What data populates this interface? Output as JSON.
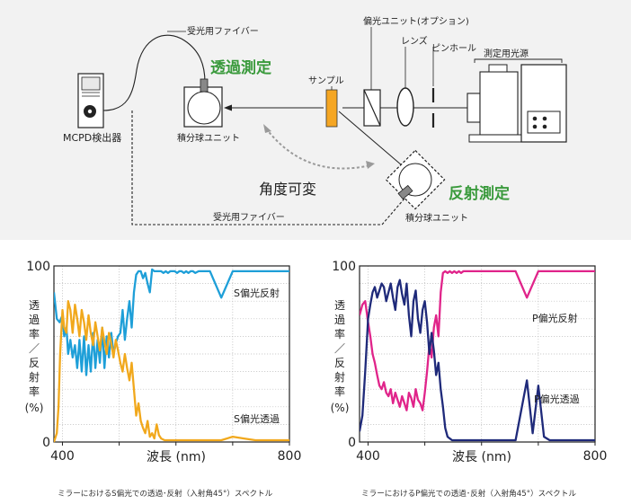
{
  "diagram": {
    "fiber_top_label": "受光用ファイバー",
    "fiber_bottom_label": "受光用ファイバー",
    "detector_label": "MCPD検出器",
    "transmission_title": "透過測定",
    "reflection_title": "反射測定",
    "sphere_label_top": "積分球ユニット",
    "sphere_label_bottom": "積分球ユニット",
    "sample_label": "サンプル",
    "polarizer_label": "偏光ユニット(オプション)",
    "lens_label": "レンズ",
    "pinhole_label": "ピンホール",
    "light_source_label": "測定用光源",
    "angle_label": "角度可変",
    "colors": {
      "accent_green": "#3a9a3c",
      "sample_orange": "#f5a623"
    }
  },
  "chart_data": [
    {
      "type": "line",
      "caption": "ミラーにおけるS偏光での透過･反射（入射角45°）スペクトル",
      "xlabel": "波長 (nm)",
      "ylabel": "透過率／反射率(%)",
      "xlim": [
        385,
        800
      ],
      "ylim": [
        0,
        100
      ],
      "xticks": [
        400,
        800
      ],
      "xtick_labels": [
        "400",
        "",
        "",
        "",
        "800"
      ],
      "xticks_all": [
        400,
        500,
        600,
        700,
        800
      ],
      "ytick_labels": [
        "100",
        "0"
      ],
      "grid": true,
      "series": [
        {
          "name": "S偏光反射",
          "color": "#1e9fd8",
          "x": [
            385,
            390,
            395,
            400,
            403,
            407,
            410,
            414,
            418,
            422,
            426,
            430,
            434,
            438,
            442,
            446,
            450,
            454,
            458,
            462,
            466,
            470,
            474,
            478,
            482,
            486,
            490,
            494,
            498,
            502,
            506,
            510,
            514,
            518,
            522,
            526,
            530,
            534,
            538,
            542,
            546,
            550,
            554,
            558,
            562,
            566,
            570,
            574,
            578,
            582,
            586,
            590,
            594,
            598,
            602,
            606,
            610,
            614,
            618,
            622,
            626,
            630,
            634,
            640,
            660,
            680,
            700,
            720,
            740,
            760,
            780,
            800
          ],
          "y": [
            85,
            70,
            68,
            72,
            60,
            65,
            50,
            58,
            48,
            55,
            42,
            58,
            40,
            60,
            38,
            55,
            40,
            62,
            42,
            58,
            45,
            65,
            42,
            60,
            48,
            62,
            50,
            56,
            60,
            62,
            75,
            58,
            70,
            80,
            65,
            85,
            95,
            97,
            97,
            93,
            96,
            90,
            85,
            98,
            97,
            97,
            97,
            97,
            96,
            97,
            96,
            97,
            97,
            97,
            96,
            97,
            97,
            96,
            97,
            96,
            97,
            97,
            96,
            97,
            97,
            82,
            97,
            97,
            97,
            97,
            97,
            97
          ]
        },
        {
          "name": "S偏光透過",
          "color": "#f1a81c",
          "x": [
            385,
            390,
            393,
            396,
            400,
            403,
            407,
            410,
            414,
            418,
            422,
            426,
            430,
            434,
            438,
            442,
            446,
            450,
            454,
            458,
            462,
            466,
            470,
            474,
            478,
            482,
            486,
            490,
            494,
            498,
            502,
            506,
            510,
            514,
            518,
            522,
            526,
            530,
            534,
            538,
            542,
            546,
            550,
            554,
            558,
            562,
            566,
            570,
            574,
            580,
            600,
            620,
            640,
            660,
            680,
            700,
            720,
            740,
            760,
            780,
            800
          ],
          "y": [
            0,
            5,
            20,
            50,
            75,
            65,
            62,
            80,
            75,
            62,
            78,
            70,
            60,
            75,
            68,
            58,
            72,
            62,
            55,
            68,
            60,
            52,
            65,
            57,
            50,
            62,
            56,
            48,
            58,
            52,
            45,
            40,
            50,
            42,
            35,
            45,
            30,
            15,
            22,
            12,
            8,
            5,
            12,
            3,
            5,
            2,
            10,
            4,
            2,
            1,
            1,
            1,
            1,
            1,
            1,
            3,
            2,
            1,
            1,
            1,
            1
          ]
        }
      ]
    },
    {
      "type": "line",
      "caption": "ミラーにおけるP偏光での透過･反射（入射角45°）スペクトル",
      "xlabel": "波長 (nm)",
      "ylabel": "透過率／反射率(%)",
      "xlim": [
        385,
        800
      ],
      "ylim": [
        0,
        100
      ],
      "xticks": [
        400,
        800
      ],
      "xtick_labels": [
        "400",
        "",
        "",
        "",
        "800"
      ],
      "xticks_all": [
        400,
        500,
        600,
        700,
        800
      ],
      "ytick_labels": [
        "100",
        "0"
      ],
      "grid": true,
      "series": [
        {
          "name": "P偏光反射",
          "color": "#e0248a",
          "x": [
            385,
            390,
            395,
            400,
            404,
            408,
            412,
            416,
            420,
            424,
            428,
            432,
            436,
            440,
            444,
            448,
            452,
            456,
            460,
            464,
            468,
            472,
            476,
            480,
            484,
            488,
            492,
            496,
            500,
            504,
            508,
            512,
            516,
            520,
            524,
            528,
            532,
            536,
            540,
            544,
            548,
            552,
            556,
            560,
            564,
            568,
            572,
            580,
            600,
            620,
            640,
            660,
            680,
            700,
            720,
            740,
            760,
            780,
            800
          ],
          "y": [
            72,
            78,
            80,
            68,
            60,
            50,
            45,
            38,
            32,
            30,
            34,
            28,
            26,
            30,
            22,
            28,
            24,
            20,
            26,
            22,
            18,
            28,
            25,
            20,
            30,
            24,
            22,
            18,
            28,
            40,
            55,
            48,
            65,
            72,
            60,
            85,
            96,
            97,
            96,
            97,
            96,
            97,
            96,
            97,
            96,
            97,
            97,
            97,
            97,
            97,
            97,
            97,
            82,
            97,
            97,
            97,
            97,
            97,
            97
          ]
        },
        {
          "name": "P偏光透過",
          "color": "#1f2a7a",
          "x": [
            385,
            390,
            395,
            400,
            404,
            408,
            412,
            416,
            420,
            424,
            428,
            432,
            436,
            440,
            444,
            448,
            452,
            456,
            460,
            464,
            468,
            472,
            476,
            480,
            484,
            488,
            492,
            496,
            500,
            504,
            508,
            512,
            516,
            520,
            524,
            528,
            532,
            536,
            540,
            544,
            548,
            552,
            556,
            560,
            564,
            568,
            572,
            580,
            600,
            620,
            640,
            660,
            680,
            690,
            700,
            710,
            720,
            740,
            760,
            780,
            800
          ],
          "y": [
            6,
            15,
            40,
            70,
            78,
            85,
            88,
            82,
            86,
            90,
            88,
            80,
            85,
            90,
            82,
            75,
            88,
            92,
            84,
            78,
            90,
            72,
            60,
            80,
            86,
            70,
            62,
            75,
            80,
            68,
            50,
            62,
            52,
            38,
            45,
            30,
            20,
            8,
            3,
            2,
            1,
            1,
            1,
            1,
            1,
            1,
            1,
            1,
            1,
            1,
            1,
            1,
            35,
            5,
            32,
            3,
            1,
            1,
            1,
            1,
            1
          ]
        }
      ]
    }
  ]
}
